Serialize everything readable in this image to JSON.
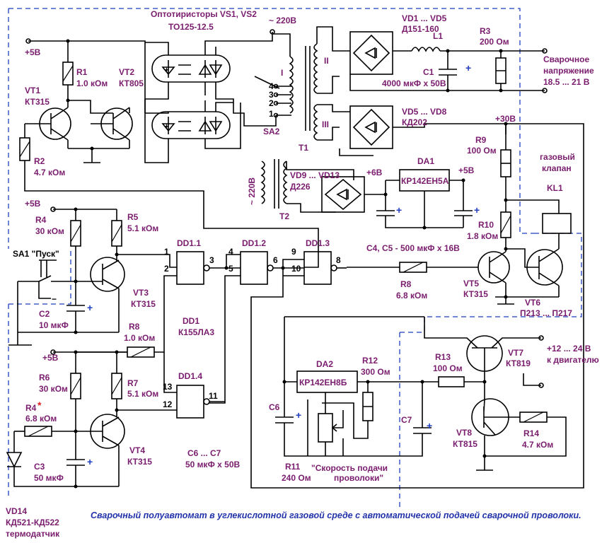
{
  "labels": {
    "optocouplers": "Оптотиристоры VS1, VS2",
    "opto_type": "ТО125-12.5",
    "mains_220": "~ 220В",
    "plus5_top": "+5В",
    "r1": "R1",
    "r1_val": "1.0 кОм",
    "vt2": "VT2",
    "vt2_type": "КТ805",
    "vt1": "VT1",
    "vt1_type": "КТ315",
    "r2": "R2",
    "r2_val": "4.7 кОм",
    "vd1_vd5": "VD1 ... VD5",
    "vd1_type": "Д151-160",
    "l1": "L1",
    "r3": "R3",
    "r3_val": "200 Ом",
    "weld_v1": "Сварочное",
    "weld_v2": "напряжение",
    "weld_v3": "18.5 ... 21 В",
    "c1": "C1",
    "c1_val": "4000 мкФ х 50В",
    "vd5_vd8": "VD5 ... VD8",
    "vd5_type": "КД202",
    "plus30": "+30В",
    "winding_1": "I",
    "winding_2": "II",
    "winding_3": "III",
    "tap4": "4",
    "tap3": "3",
    "tap2": "2",
    "tap1": "1",
    "sa2": "SA2",
    "t1": "T1",
    "r9": "R9",
    "r9_val": "100 Ом",
    "gas1": "газовый",
    "gas2": "клапан",
    "kl1": "KL1",
    "mains_220_t2": "~ 220В",
    "vd9_vd13": "VD9 ... VD13",
    "vd9_type": "Д226",
    "plus6": "+6В",
    "da1": "DA1",
    "da1_type": "КР142ЕН5А",
    "plus5_da1": "+5В",
    "t2": "T2",
    "r10": "R10",
    "r10_val": "1.8 кОм",
    "c4c5": "C4, C5 - 500 мкФ х 16В",
    "plus5_r4": "+5В",
    "r4": "R4",
    "r4_val": "30 кОм",
    "r5": "R5",
    "r5_val": "5.1 кОм",
    "sa1": "SA1 \"Пуск\"",
    "dd11": "DD1.1",
    "dd12": "DD1.2",
    "dd13": "DD1.3",
    "p1": "1",
    "p2": "2",
    "p3": "3",
    "p4": "4",
    "p5": "5",
    "p6": "6",
    "p9": "9",
    "p10": "10",
    "p8": "8",
    "vt3": "VT3",
    "vt3_type": "КТ315",
    "c2": "C2",
    "c2_val": "10 мкФ",
    "r8": "R8",
    "r8_val": "1.0 кОм",
    "r8b": "R8",
    "r8b_val": "6.8 кОм",
    "vt5": "VT5",
    "vt5_type": "КТ315",
    "vt6": "VT6",
    "vt6_type": "П213 ... П217",
    "dd1": "DD1",
    "dd1_type": "К155ЛА3",
    "plus5_r6": "+5В",
    "r6": "R6",
    "r6_val": "30 кОм",
    "r7": "R7",
    "r7_val": "5.1 кОм",
    "dd14": "DD1.4",
    "p13": "13",
    "p12": "12",
    "p11": "11",
    "r4b": "R4",
    "r4b_star": "*",
    "r4b_val": "6.8 кОм",
    "c3": "C3",
    "c3_val": "50 мкФ",
    "vt4": "VT4",
    "vt4_type": "КТ315",
    "c6c7": "C6 ... C7",
    "c6c7_val": "50 мкФ х 50В",
    "da2": "DA2",
    "da2_type": "КР142ЕН8Б",
    "r12": "R12",
    "r12_val": "300 Ом",
    "r13": "R13",
    "r13_val": "100 Ом",
    "vt7": "VT7",
    "vt7_type": "КТ819",
    "motor_v": "+12 ... 24 В",
    "motor": "к двигателю",
    "c6": "C6",
    "c7": "C7",
    "vt8": "VT8",
    "vt8_type": "КТ815",
    "r14": "R14",
    "r14_val": "4.7 кОм",
    "r11": "R11",
    "r11_val": "240 Ом",
    "speed1": "\"Скорость подачи",
    "speed2": "проволоки\"",
    "vd14": "VD14",
    "vd14_type": "КД521-КД522",
    "thermo": "термодатчик",
    "caption": "Сварочный полуавтомат в углекислотной газовой среде с автоматической подачей сварочной проволоки."
  },
  "colors": {
    "label": "#7a1d6e",
    "caption": "#2233aa",
    "border": "#1f3fbf",
    "star": "#e02020"
  }
}
